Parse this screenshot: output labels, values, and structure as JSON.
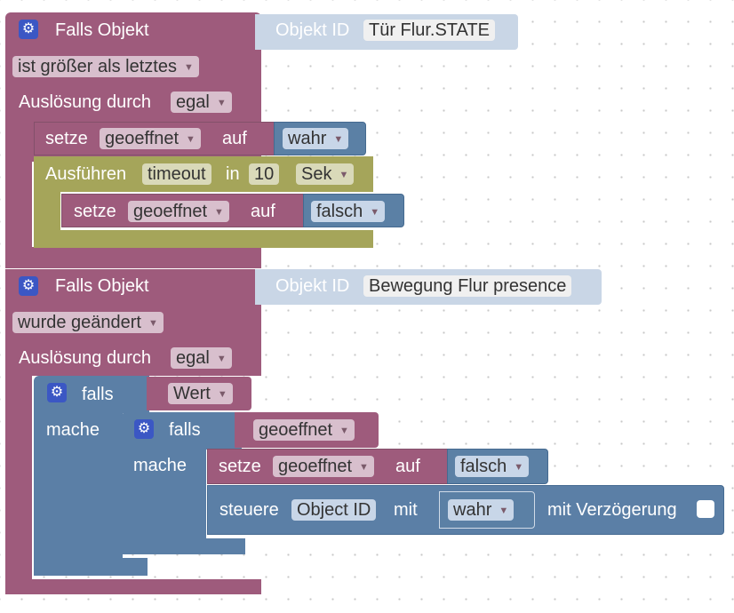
{
  "block1": {
    "header": "Falls Objekt",
    "objid_label": "Objekt ID",
    "objid_value": "Tür Flur.STATE",
    "condition": "ist größer als letztes",
    "trigger_label": "Auslösung durch",
    "trigger_value": "egal",
    "set1": {
      "label": "setze",
      "var": "geoeffnet",
      "to": "auf",
      "value": "wahr"
    },
    "timeout": {
      "label": "Ausführen",
      "name": "timeout",
      "in": "in",
      "amount": "10",
      "unit": "Sek"
    },
    "set2": {
      "label": "setze",
      "var": "geoeffnet",
      "to": "auf",
      "value": "falsch"
    }
  },
  "block2": {
    "header": "Falls Objekt",
    "objid_label": "Objekt ID",
    "objid_value": "Bewegung Flur presence",
    "condition": "wurde geändert",
    "trigger_label": "Auslösung durch",
    "trigger_value": "egal",
    "if1": {
      "label": "falls",
      "value": "Wert",
      "do": "mache"
    },
    "if2": {
      "label": "falls",
      "value": "geoeffnet",
      "do": "mache"
    },
    "set": {
      "label": "setze",
      "var": "geoeffnet",
      "to": "auf",
      "value": "falsch"
    },
    "control": {
      "label": "steuere",
      "obj": "Object ID",
      "with": "mit",
      "value": "wahr",
      "delay": "mit Verzögerung"
    }
  },
  "icons": {
    "gear": "gear-icon",
    "dropdown": "dropdown-arrow-icon"
  },
  "colors": {
    "event": "#9e5b7c",
    "logic": "#5b7fa6",
    "timeout": "#a5a55a",
    "value": "#5b80a5",
    "gear": "#3b57c4"
  }
}
